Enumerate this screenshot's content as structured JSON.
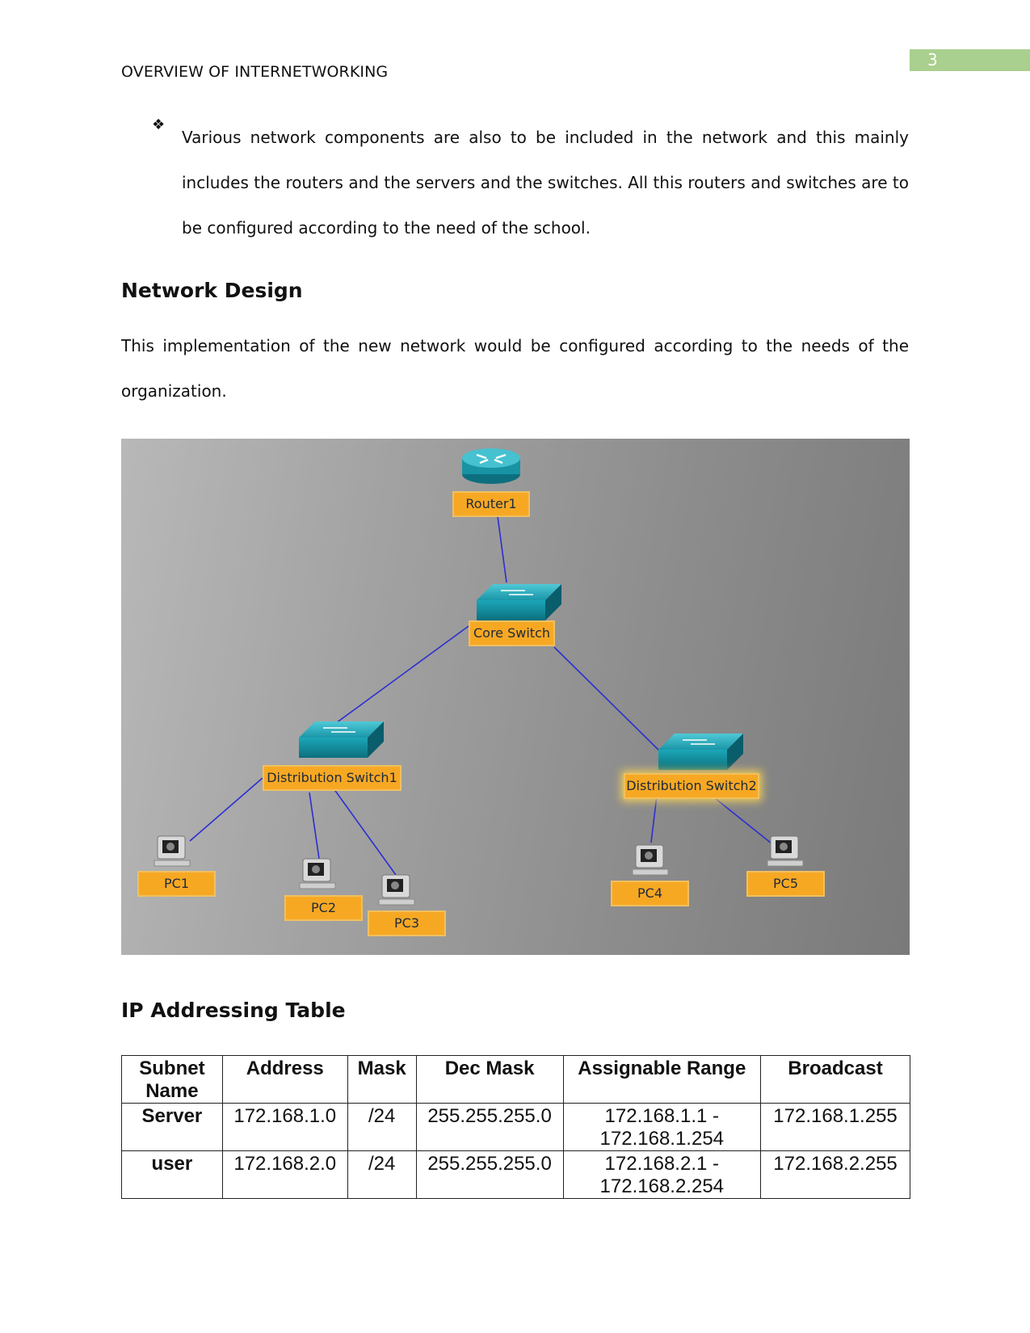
{
  "header": {
    "running_title": "OVERVIEW OF INTERNETWORKING",
    "page_number": "3"
  },
  "bullet": {
    "mark": "❖",
    "text": "Various network components are also to be included in the network and this mainly includes the routers and the servers and the switches. All this routers and switches are to be configured according to the need of the school."
  },
  "section_design": {
    "heading": "Network Design",
    "paragraph": "This implementation of the new network would be configured according to the needs of the organization."
  },
  "diagram": {
    "nodes": {
      "router1": "Router1",
      "core_switch": "Core Switch",
      "dist_switch1": "Distribution Switch1",
      "dist_switch2": "Distribution Switch2",
      "pc1": "PC1",
      "pc2": "PC2",
      "pc3": "PC3",
      "pc4": "PC4",
      "pc5": "PC5"
    }
  },
  "section_ip": {
    "heading": "IP Addressing Table",
    "columns": [
      "Subnet Name",
      "Address",
      "Mask",
      "Dec Mask",
      "Assignable Range",
      "Broadcast"
    ],
    "rows": [
      {
        "name": "Server",
        "address": "172.168.1.0",
        "mask": "/24",
        "dec_mask": "255.255.255.0",
        "range": "172.168.1.1 - 172.168.1.254",
        "broadcast": "172.168.1.255"
      },
      {
        "name": "user",
        "address": "172.168.2.0",
        "mask": "/24",
        "dec_mask": "255.255.255.0",
        "range": "172.168.2.1 - 172.168.2.254",
        "broadcast": "172.168.2.255"
      }
    ]
  }
}
